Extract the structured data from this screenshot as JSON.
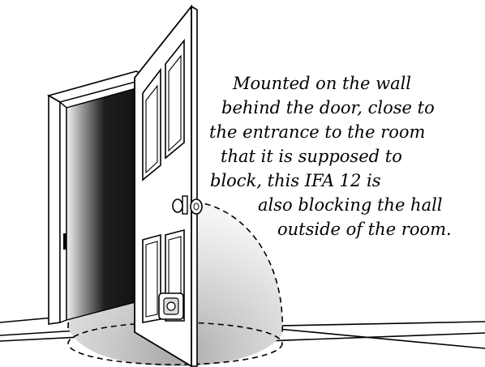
{
  "caption": {
    "lines": [
      "Mounted on the wall",
      "behind the door, close to",
      "the entrance to the room",
      "that it is supposed to",
      "block, this IFA 12 is",
      "also blocking the hall",
      "outside of the room."
    ]
  },
  "colors": {
    "ink": "#000000",
    "coverage_light": "#eeeeee",
    "coverage_dark": "#b5b5b5",
    "doorway_shadow": "#2a2a2a"
  }
}
